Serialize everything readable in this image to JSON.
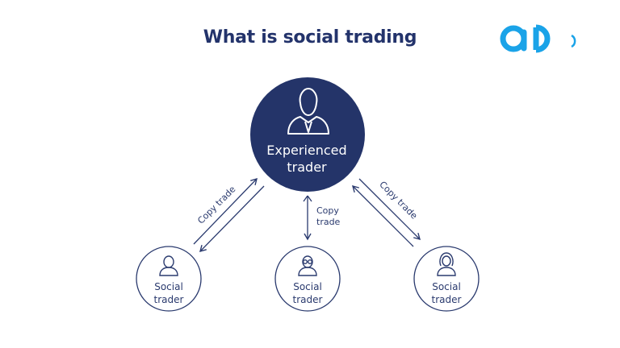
{
  "header": {
    "title": "What is social trading"
  },
  "brand": {
    "logo_icon": "brand-logo-icon",
    "color": "#1aa3e8"
  },
  "colors": {
    "navy": "#243469",
    "stroke": "#2a3a6e"
  },
  "diagram": {
    "center_node": {
      "line1": "Experienced",
      "line2": "trader",
      "icon": "businessman-icon"
    },
    "trader_nodes": [
      {
        "line1": "Social",
        "line2": "trader",
        "icon": "man-icon"
      },
      {
        "line1": "Social",
        "line2": "trader",
        "icon": "man-with-glasses-icon"
      },
      {
        "line1": "Social",
        "line2": "trader",
        "icon": "woman-icon"
      }
    ],
    "edges": [
      {
        "label": "Copy trade"
      },
      {
        "label_line1": "Copy",
        "label_line2": "trade"
      },
      {
        "label": "Copy trade"
      }
    ]
  }
}
